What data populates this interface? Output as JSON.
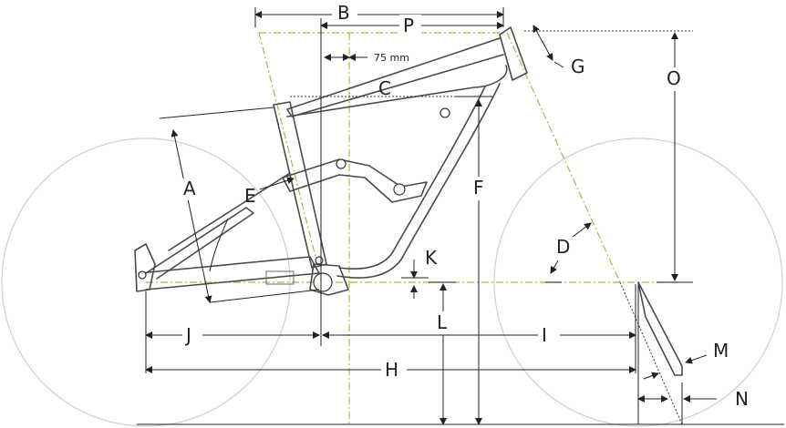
{
  "labels": {
    "A": "A",
    "B": "B",
    "C": "C",
    "D": "D",
    "E": "E",
    "F": "F",
    "G": "G",
    "H": "H",
    "I": "I",
    "J": "J",
    "K": "K",
    "L": "L",
    "M": "M",
    "N": "N",
    "O": "O",
    "P": "P"
  },
  "offset_label": "75 mm",
  "colors": {
    "axis_green": "#8cc63f",
    "wheel_gray": "#cfcfcf",
    "frame_gray": "#4a4a4a",
    "dimension_black": "#222222"
  }
}
